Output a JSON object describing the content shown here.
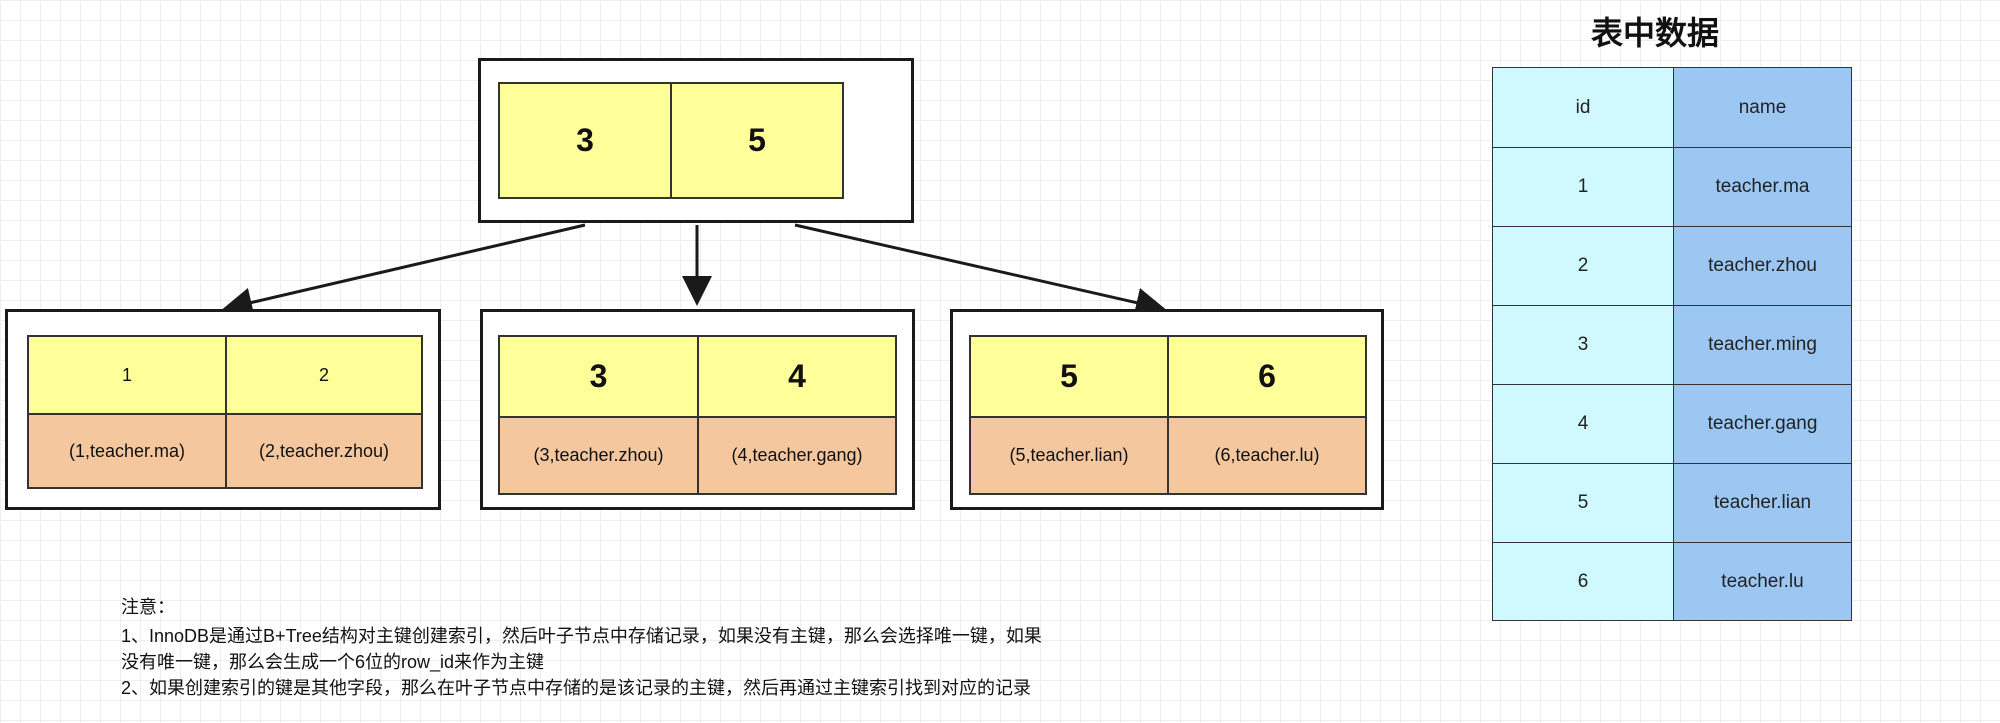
{
  "root": {
    "keys": [
      "3",
      "5"
    ]
  },
  "leaves": [
    {
      "keys": [
        "1",
        "2"
      ],
      "records": [
        "(1,teacher.ma)",
        "(2,teacher.zhou)"
      ]
    },
    {
      "keys": [
        "3",
        "4"
      ],
      "records": [
        "(3,teacher.zhou)",
        "(4,teacher.gang)"
      ]
    },
    {
      "keys": [
        "5",
        "6"
      ],
      "records": [
        "(5,teacher.lian)",
        "(6,teacher.lu)"
      ]
    }
  ],
  "table": {
    "title": "表中数据",
    "headers": [
      "id",
      "name"
    ],
    "rows": [
      [
        "1",
        "teacher.ma"
      ],
      [
        "2",
        "teacher.zhou"
      ],
      [
        "3",
        "teacher.ming"
      ],
      [
        "4",
        "teacher.gang"
      ],
      [
        "5",
        "teacher.lian"
      ],
      [
        "6",
        "teacher.lu"
      ]
    ]
  },
  "notes": [
    "注意：",
    "1、InnoDB是通过B+Tree结构对主键创建索引，然后叶子节点中存储记录，如果没有主键，那么会选择唯一键，如果",
    "没有唯一键，那么会生成一个6位的row_id来作为主键",
    "2、如果创建索引的键是其他字段，那么在叶子节点中存储的是该记录的主键，然后再通过主键索引找到对应的记录"
  ]
}
